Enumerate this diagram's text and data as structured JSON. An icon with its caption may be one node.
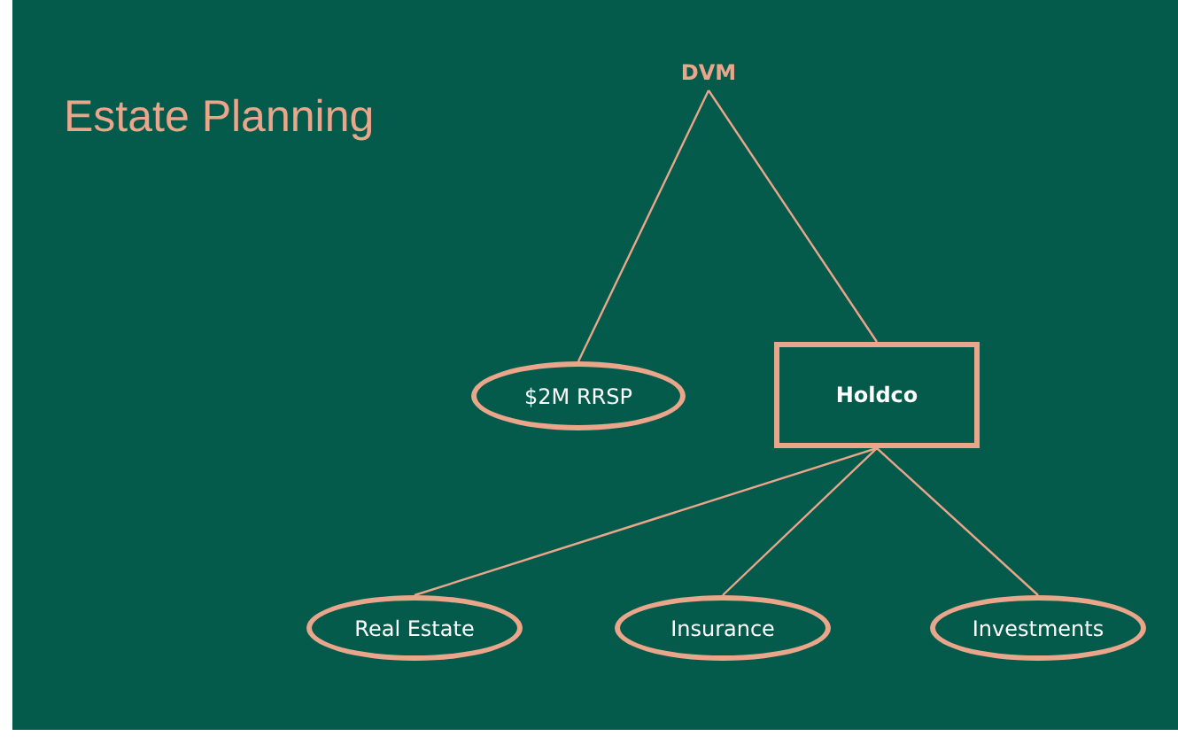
{
  "diagram": {
    "title": "Estate Planning",
    "nodes": [
      {
        "text": [
          "DVM"
        ]
      },
      {
        "text": [
          "$2M RRSP"
        ]
      },
      {
        "text": [
          "Holdco"
        ]
      },
      {
        "text": [
          "Real Estate"
        ]
      },
      {
        "text": [
          "Insurance"
        ]
      },
      {
        "text": [
          "Investments"
        ]
      }
    ],
    "edges": [
      {
        "from": 0,
        "to": 1,
        "arrow": "none"
      },
      {
        "from": 0,
        "to": 2,
        "arrow": "none"
      },
      {
        "from": 2,
        "to": 3,
        "arrow": "none"
      },
      {
        "from": 2,
        "to": 4,
        "arrow": "none"
      },
      {
        "from": 2,
        "to": 5,
        "arrow": "none"
      }
    ]
  }
}
